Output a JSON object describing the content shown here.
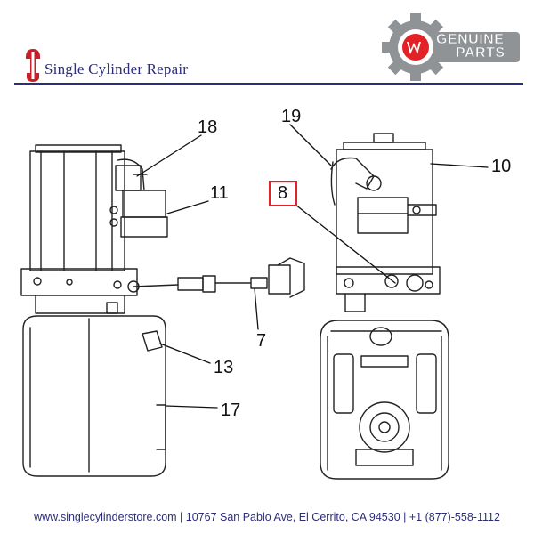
{
  "header": {
    "brand_name": "Single Cylinder Repair",
    "logo_icon": "red-cylinder-logo-icon",
    "brand_color": "#2d2e7a",
    "logo_color": "#c8202a"
  },
  "badge": {
    "line1": "GENUINE",
    "line2": "PARTS",
    "icon": "gear-w-icon",
    "gear_color": "#8f9395",
    "logo_color": "#e32227"
  },
  "diagram": {
    "callouts": [
      {
        "id": "c18",
        "label": "18"
      },
      {
        "id": "c11",
        "label": "11"
      },
      {
        "id": "c19",
        "label": "19"
      },
      {
        "id": "c10",
        "label": "10"
      },
      {
        "id": "c8",
        "label": "8",
        "highlighted": true
      },
      {
        "id": "c7",
        "label": "7"
      },
      {
        "id": "c13",
        "label": "13"
      },
      {
        "id": "c17",
        "label": "17"
      }
    ],
    "highlight_color": "#e32227"
  },
  "footer": {
    "text": "www.singlecylinderstore.com  |  10767 San Pablo Ave, El Cerrito, CA 94530  |  +1 (877)-558-1112"
  }
}
